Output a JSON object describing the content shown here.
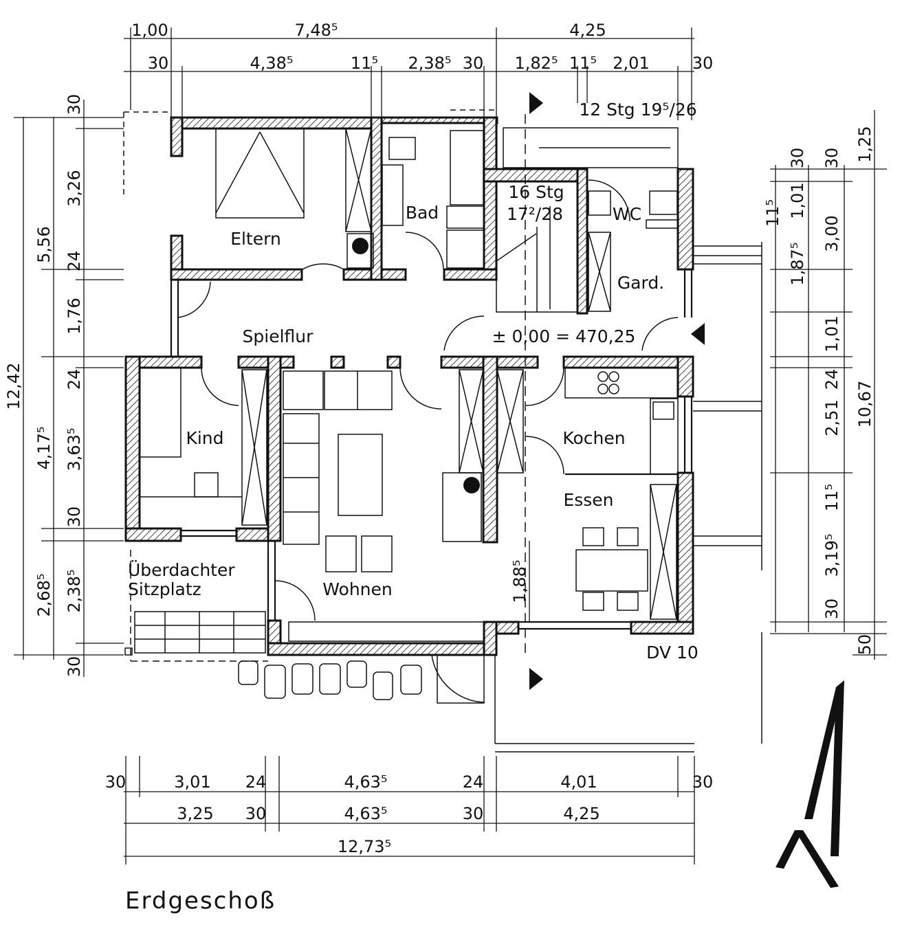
{
  "rooms": {
    "eltern": "Eltern",
    "bad": "Bad",
    "wc": "WC",
    "gard": "Gard.",
    "spielflur": "Spielflur",
    "kind": "Kind",
    "kochen": "Kochen",
    "essen": "Essen",
    "wohnen": "Wohnen",
    "sitzplatz_1": "Überdachter",
    "sitzplatz_2": "Sitzplatz"
  },
  "stairs": {
    "main_count": "16 Stg",
    "main_ratio": "17²/28",
    "entry_label": "12 Stg 19⁵/26"
  },
  "level": "± 0,00 = 470,25",
  "window_code": "DV 10",
  "title": "Erdgeschoß",
  "dims_top": {
    "row1": [
      "1,00",
      "7,48⁵",
      "4,25"
    ],
    "row2": [
      "30",
      "4,38⁵",
      "11⁵",
      "2,38⁵",
      "30",
      "1,82⁵",
      "11⁵",
      "2,01",
      "30"
    ]
  },
  "dims_bottom": {
    "row1": [
      "30",
      "3,01",
      "24",
      "4,63⁵",
      "24",
      "4,01",
      "30"
    ],
    "row2": [
      "3,25",
      "30",
      "4,63⁵",
      "30",
      "4,25"
    ],
    "total": "12,73⁵"
  },
  "dims_left": {
    "outer": "12,42",
    "mid": [
      "5,56",
      "4,17⁵",
      "2,68⁵"
    ],
    "inner": [
      "30",
      "3,26",
      "24",
      "1,76",
      "24",
      "3,63⁵",
      "30",
      "2,38⁵",
      "30"
    ]
  },
  "dims_right": {
    "outer": [
      "1,25",
      "10,67",
      "50"
    ],
    "mid": [
      "30",
      "3,00",
      "1,01",
      "24",
      "2,51",
      "11⁵",
      "3,19⁵",
      "30"
    ],
    "inner": [
      "30",
      "1,01",
      "11⁵",
      "1,87⁵"
    ]
  },
  "dims_misc": {
    "wohnen_height": "1,88⁵"
  }
}
